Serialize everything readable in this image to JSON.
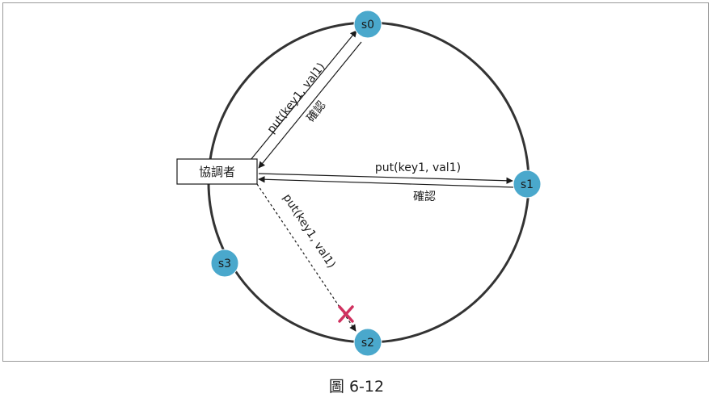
{
  "coordinator": {
    "label": "協調者"
  },
  "nodes": [
    {
      "id": "s0",
      "label": "s0"
    },
    {
      "id": "s1",
      "label": "s1"
    },
    {
      "id": "s2",
      "label": "s2"
    },
    {
      "id": "s3",
      "label": "s3"
    }
  ],
  "edges": {
    "s0_request": "put(key1, val1)",
    "s0_ack": "確認",
    "s1_request": "put(key1, val1)",
    "s1_ack": "確認",
    "s2_request": "put(key1, val1)"
  },
  "colors": {
    "node_fill": "#4aa8cc",
    "ring": "#333333",
    "failure_mark": "#d0315f"
  },
  "caption": "圖 6-12"
}
